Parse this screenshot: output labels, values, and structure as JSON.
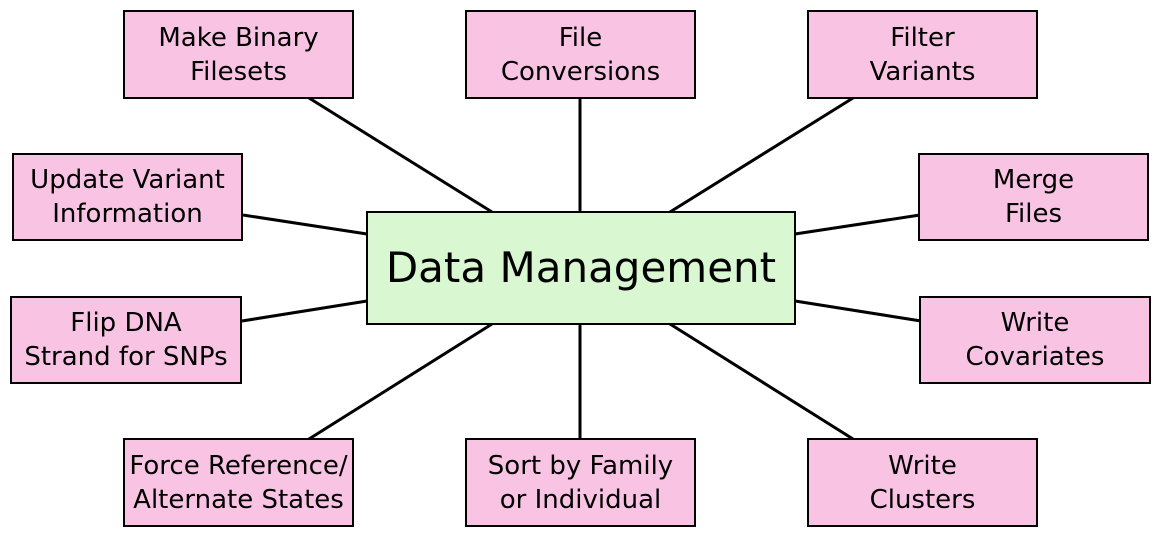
{
  "colors": {
    "center_fill": "#d9f7d1",
    "leaf_fill": "#f9c4e4",
    "line": "#000000"
  },
  "diagram": {
    "center": {
      "lines": [
        "Data Management"
      ]
    },
    "nodes": [
      {
        "id": "make-binary-filesets",
        "lines": [
          "Make Binary",
          "Filesets"
        ]
      },
      {
        "id": "file-conversions",
        "lines": [
          "File",
          "Conversions"
        ]
      },
      {
        "id": "filter-variants",
        "lines": [
          "Filter",
          "Variants"
        ]
      },
      {
        "id": "update-variant-information",
        "lines": [
          "Update Variant",
          "Information"
        ]
      },
      {
        "id": "merge-files",
        "lines": [
          "Merge",
          "Files"
        ]
      },
      {
        "id": "flip-dna-strand",
        "lines": [
          "Flip DNA",
          "Strand for SNPs"
        ]
      },
      {
        "id": "write-covariates",
        "lines": [
          "Write",
          "Covariates"
        ]
      },
      {
        "id": "force-reference-alternate",
        "lines": [
          "Force Reference/",
          "Alternate States"
        ]
      },
      {
        "id": "sort-by-family",
        "lines": [
          "Sort by Family",
          "or Individual"
        ]
      },
      {
        "id": "write-clusters",
        "lines": [
          "Write",
          "Clusters"
        ]
      }
    ]
  }
}
